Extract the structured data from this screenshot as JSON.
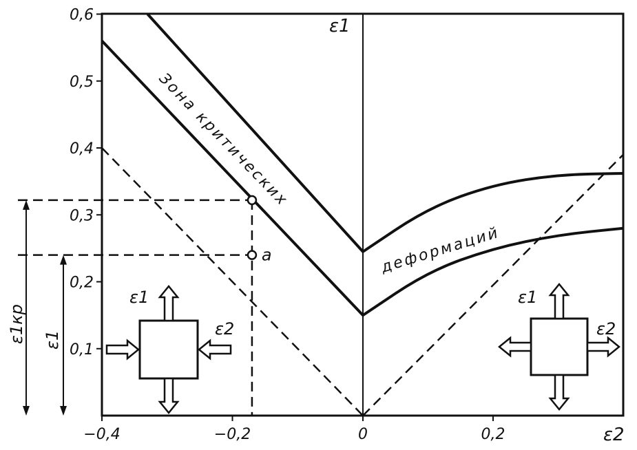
{
  "chart_data": {
    "type": "line",
    "xlabel": "ε2",
    "ylabel": "ε1",
    "xlim": [
      -0.4,
      0.4
    ],
    "ylim": [
      0,
      0.6
    ],
    "x_ticks": [
      {
        "value": -0.4,
        "label": "−0,4"
      },
      {
        "value": -0.2,
        "label": "−0,2"
      },
      {
        "value": 0,
        "label": "0"
      },
      {
        "value": 0.2,
        "label": "0,2"
      }
    ],
    "y_ticks": [
      {
        "value": 0.1,
        "label": "0,1"
      },
      {
        "value": 0.2,
        "label": "0,2"
      },
      {
        "value": 0.3,
        "label": "0,3"
      },
      {
        "value": 0.4,
        "label": "0,4"
      },
      {
        "value": 0.5,
        "label": "0,5"
      },
      {
        "value": 0.6,
        "label": "0,6"
      }
    ],
    "series": [
      {
        "style": "solid",
        "x": [
          -0.33,
          0,
          0.1,
          0.2,
          0.3,
          0.4
        ],
        "y": [
          0.6,
          0.245,
          0.31,
          0.345,
          0.36,
          0.362
        ]
      },
      {
        "style": "solid",
        "x": [
          -0.4,
          0,
          0.1,
          0.2,
          0.3,
          0.4
        ],
        "y": [
          0.56,
          0.15,
          0.215,
          0.25,
          0.27,
          0.28
        ]
      },
      {
        "style": "dashed",
        "x": [
          -0.4,
          0
        ],
        "y": [
          0.4,
          0
        ]
      },
      {
        "style": "dashed",
        "x": [
          0,
          0.4
        ],
        "y": [
          0,
          0.39
        ]
      }
    ],
    "points": [
      {
        "x": -0.17,
        "y": 0.322,
        "label": ""
      },
      {
        "x": -0.17,
        "y": 0.24,
        "label": "a"
      }
    ],
    "zone_label_left": "Зона критических",
    "zone_label_right": "деформаций",
    "dim_label_crit": "ε1кр",
    "dim_label_eps1": "ε1",
    "inset_left": {
      "label_eps1": "ε1",
      "label_eps2": "ε2"
    },
    "inset_right": {
      "label_eps1": "ε1",
      "label_eps2": "ε2"
    }
  }
}
